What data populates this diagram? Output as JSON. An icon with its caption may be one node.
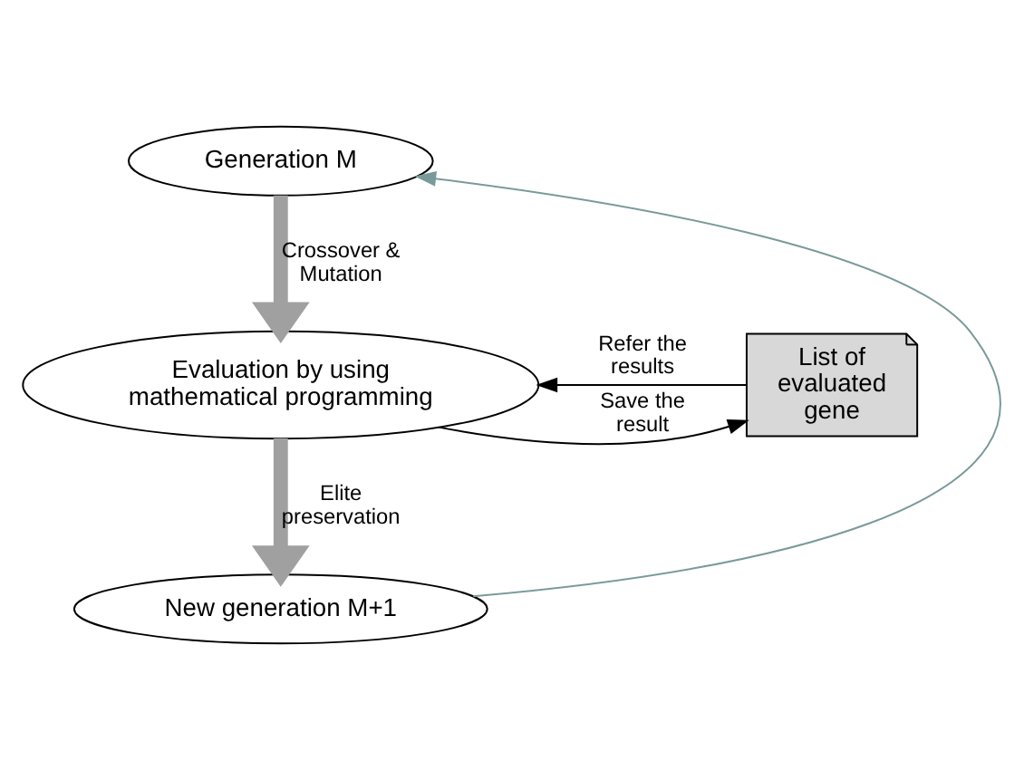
{
  "diagram": {
    "nodes": [
      {
        "text": [
          "Generation M"
        ]
      },
      {
        "text": [
          "Evaluation by using mathematical programming"
        ]
      },
      {
        "text": [
          "New generation M+1"
        ]
      },
      {
        "text": [
          "List of evaluated gene"
        ]
      }
    ],
    "edges": [
      {
        "from": 0,
        "to": 1,
        "arrow": "to",
        "label": "Crossover & Mutation",
        "style": "thick",
        "color": "#a0a0a0"
      },
      {
        "from": 1,
        "to": 2,
        "arrow": "to",
        "label": "Elite preservation",
        "style": "thick",
        "color": "#a0a0a0"
      },
      {
        "from": 2,
        "to": 0,
        "arrow": "to",
        "color": "#7a9a9a"
      },
      {
        "from": 1,
        "to": 3,
        "arrow": "to",
        "label": "Save the result",
        "color": "#000000"
      },
      {
        "from": 3,
        "to": 1,
        "arrow": "to",
        "label": "Refer the results",
        "color": "#000000"
      }
    ]
  }
}
